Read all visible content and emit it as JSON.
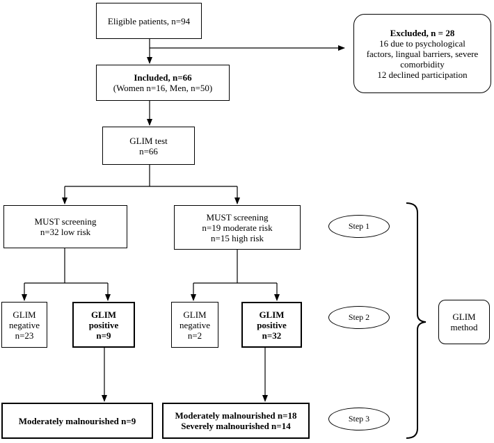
{
  "eligible": "Eligible patients, n=94",
  "excluded": {
    "title": "Excluded, n = 28",
    "line1": "16 due to psychological",
    "line2": "factors, lingual barriers, severe",
    "line3": "comorbidity",
    "line4": "12 declined participation"
  },
  "included": {
    "title": "Included, n=66",
    "sub": "(Women n=16, Men, n=50)"
  },
  "glim_test": {
    "line1": "GLIM test",
    "line2": "n=66"
  },
  "must_low": {
    "line1": "MUST screening",
    "line2": "n=32 low risk"
  },
  "must_high": {
    "line1": "MUST screening",
    "line2": "n=19 moderate risk",
    "line3": "n=15 high risk"
  },
  "glim_neg_left": {
    "line1": "GLIM",
    "line2": "negative",
    "line3": "n=23"
  },
  "glim_pos_left": {
    "line1": "GLIM",
    "line2": "positive",
    "line3": "n=9"
  },
  "glim_neg_right": {
    "line1": "GLIM",
    "line2": "negative",
    "line3": "n=2"
  },
  "glim_pos_right": {
    "line1": "GLIM",
    "line2": "positive",
    "line3": "n=32"
  },
  "outcome_left": "Moderately malnourished n=9",
  "outcome_right": {
    "line1": "Moderately malnourished n=18",
    "line2": "Severely malnourished n=14"
  },
  "steps": {
    "step1": "Step 1",
    "step2": "Step 2",
    "step3": "Step 3"
  },
  "glim_method": {
    "line1": "GLIM",
    "line2": "method"
  }
}
